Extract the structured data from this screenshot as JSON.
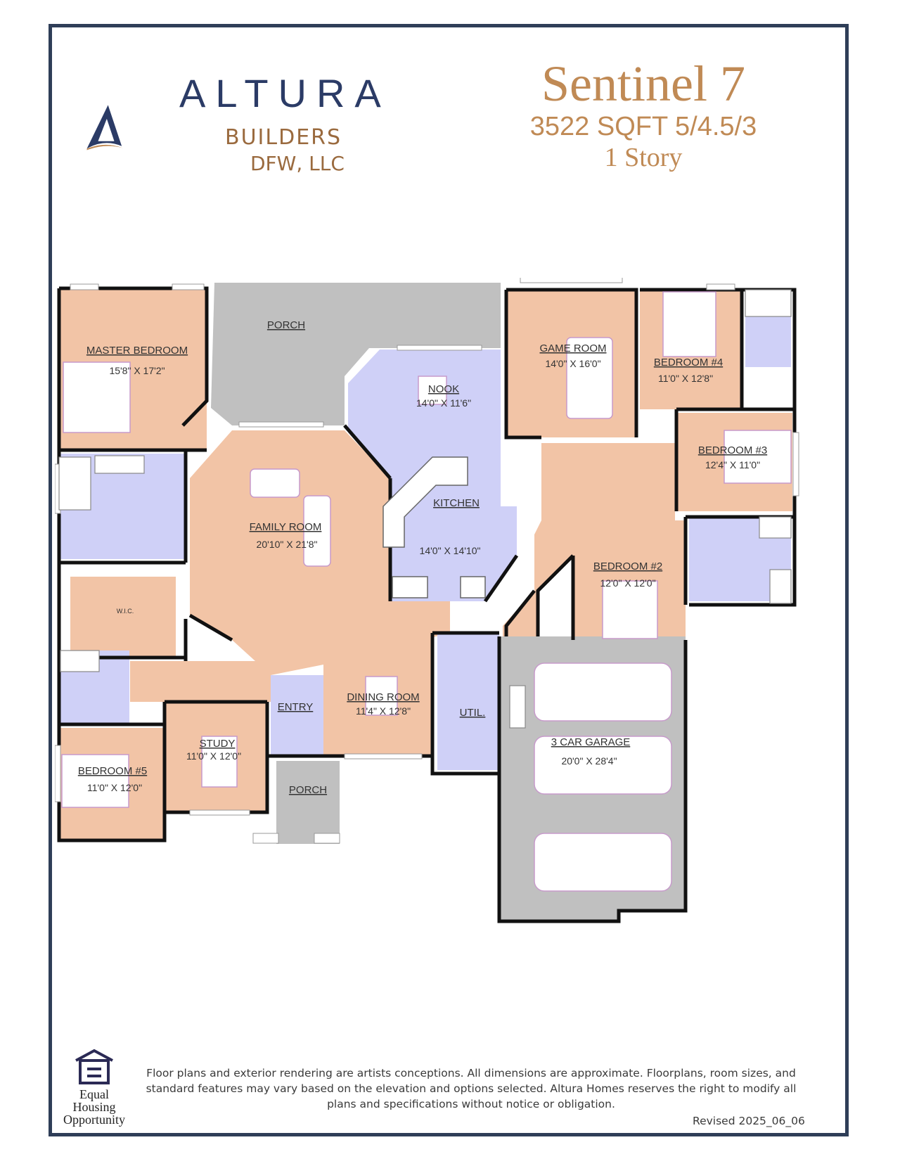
{
  "brand": {
    "name": "ALTURA",
    "line2": "BUILDERS",
    "line3": "DFW, LLC",
    "colors": {
      "navy": "#2b3b66",
      "copper": "#9a6a3e",
      "frame": "#2f3e58"
    }
  },
  "plan": {
    "name": "Sentinel 7",
    "specs": "3522 SQFT 5/4.5/3",
    "stories": "1 Story",
    "title_color": "#c08a55"
  },
  "colors": {
    "living": "#f2c4a6",
    "wet": "#cfd0f7",
    "porch": "#c0c0c0",
    "wall": "#111111",
    "furniture_stroke": "#c79acb"
  },
  "rooms": {
    "master_bedroom": {
      "label": "MASTER BEDROOM",
      "dims": "15'8\" X 17'2\""
    },
    "porch_back": {
      "label": "PORCH"
    },
    "nook": {
      "label": "NOOK",
      "dims": "14'0\" X 11'6\""
    },
    "game_room": {
      "label": "GAME ROOM",
      "dims": "14'0\" X 16'0\""
    },
    "bedroom_4": {
      "label": "BEDROOM #4",
      "dims": "11'0\" X 12'8\""
    },
    "bedroom_3": {
      "label": "BEDROOM #3",
      "dims": "12'4\" X 11'0\""
    },
    "family_room": {
      "label": "FAMILY ROOM",
      "dims": "20'10\" X 21'8\""
    },
    "kitchen": {
      "label": "KITCHEN",
      "dims": "14'0\" X 14'10\""
    },
    "bedroom_2": {
      "label": "BEDROOM #2",
      "dims": "12'0\" X 12'0\""
    },
    "wic": {
      "label": "W.I.C."
    },
    "entry": {
      "label": "ENTRY"
    },
    "dining_room": {
      "label": "DINING ROOM",
      "dims": "11'4\" X 12'8\""
    },
    "util": {
      "label": "UTIL."
    },
    "garage": {
      "label": "3 CAR GARAGE",
      "dims": "20'0\" X 28'4\""
    },
    "study": {
      "label": "STUDY",
      "dims": "11'0\" X 12'0\""
    },
    "bedroom_5": {
      "label": "BEDROOM #5",
      "dims": "11'0\" X 12'0\""
    },
    "porch_front": {
      "label": "PORCH"
    }
  },
  "footer": {
    "eho_line1": "Equal",
    "eho_line2": "Housing",
    "eho_line3": "Opportunity",
    "disclaimer": "Floor plans and exterior rendering are artists conceptions. All dimensions are approximate. Floorplans, room sizes, and standard features may vary based on the elevation and options selected. Altura Homes reserves the right to modify all plans and specifications without notice or obligation.",
    "revised": "Revised 2025_06_06"
  }
}
